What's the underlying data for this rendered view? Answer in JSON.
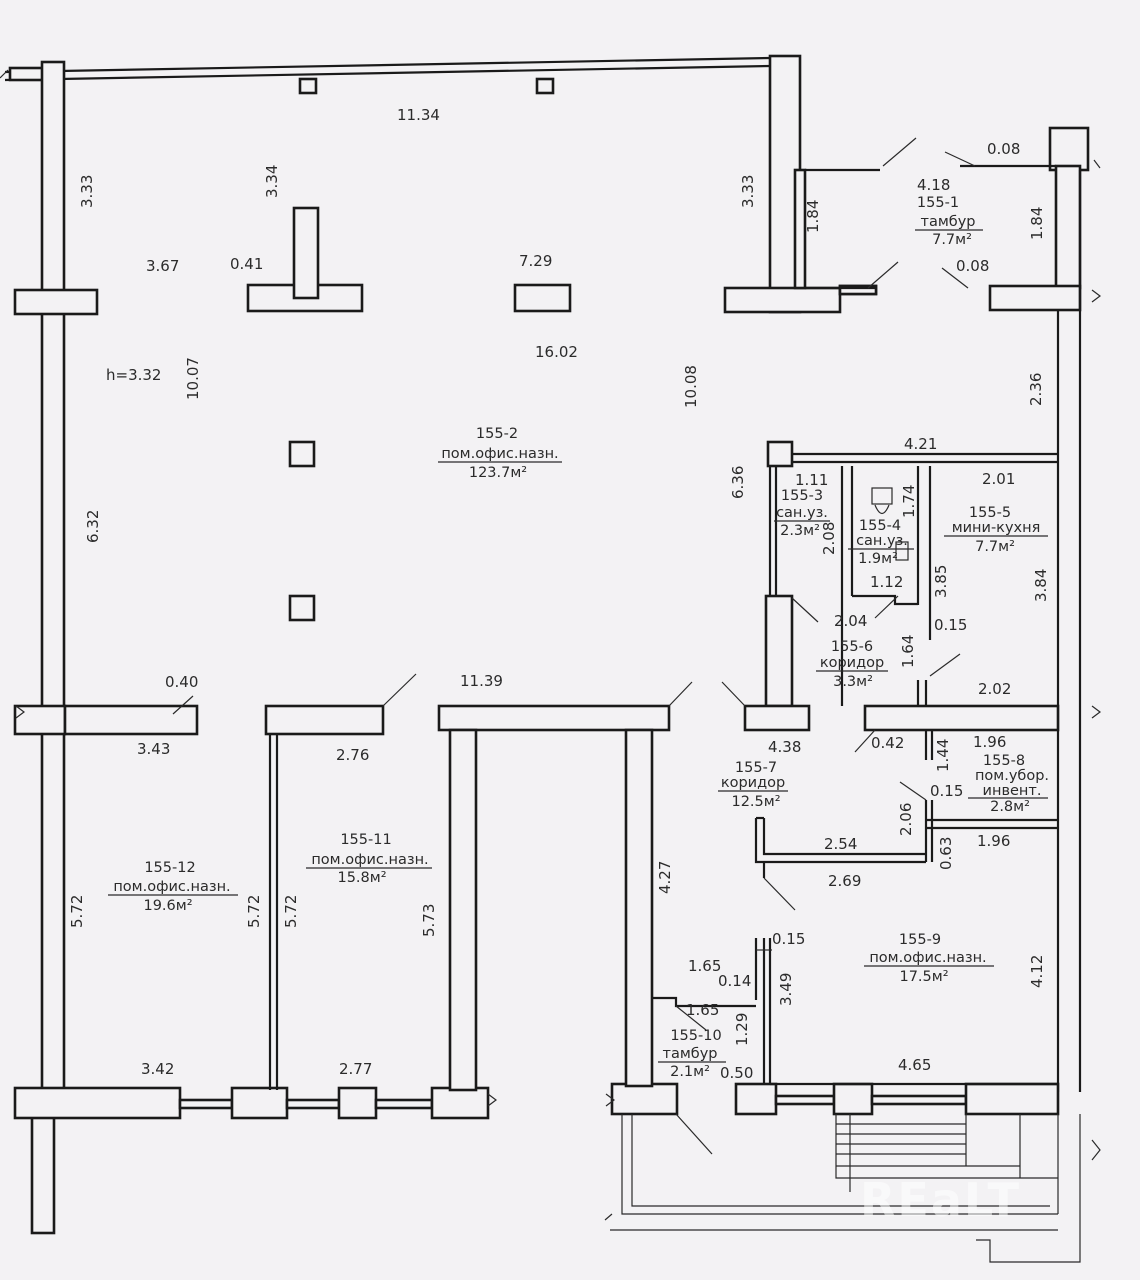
{
  "rooms": {
    "r1": {
      "id": "155-1",
      "name": "тамбур",
      "area": "7.7м²"
    },
    "r2": {
      "id": "155-2",
      "name": "пом.офис.назн.",
      "area": "123.7м²"
    },
    "r3": {
      "id": "155-3",
      "name": "сан.уз.",
      "area": "2.3м²"
    },
    "r4": {
      "id": "155-4",
      "name": "сан.уз.",
      "area": "1.9м²"
    },
    "r5": {
      "id": "155-5",
      "name": "мини-кухня",
      "area": "7.7м²"
    },
    "r6": {
      "id": "155-6",
      "name": "коридор",
      "area": "3.3м²"
    },
    "r7": {
      "id": "155-7",
      "name": "коридор",
      "area": "12.5м²"
    },
    "r8": {
      "id": "155-8",
      "name": "пом.убор.",
      "name2": "инвент.",
      "area": "2.8м²"
    },
    "r9": {
      "id": "155-9",
      "name": "пом.офис.назн.",
      "area": "17.5м²"
    },
    "r10": {
      "id": "155-10",
      "name": "тамбур",
      "area": "2.1м²"
    },
    "r11": {
      "id": "155-11",
      "name": "пом.офис.назн.",
      "area": "15.8м²"
    },
    "r12": {
      "id": "155-12",
      "name": "пом.офис.назн.",
      "area": "19.6м²"
    }
  },
  "ceiling_height": "h=3.32",
  "dims": {
    "d_11_34": "11.34",
    "d_3_33a": "3.33",
    "d_3_34": "3.34",
    "d_3_33b": "3.33",
    "d_3_67": "3.67",
    "d_0_41": "0.41",
    "d_7_29": "7.29",
    "d_16_02": "16.02",
    "d_10_07": "10.07",
    "d_10_08": "10.08",
    "d_6_32": "6.32",
    "d_0_40": "0.40",
    "d_11_39": "11.39",
    "d_3_43": "3.43",
    "d_2_76": "2.76",
    "d_5_72a": "5.72",
    "d_5_72b": "5.72",
    "d_5_72c": "5.72",
    "d_5_73": "5.73",
    "d_3_42": "3.42",
    "d_2_77": "2.77",
    "d_0_08a": "0.08",
    "d_4_18": "4.18",
    "d_1_84a": "1.84",
    "d_1_84b": "1.84",
    "d_0_08b": "0.08",
    "d_2_36": "2.36",
    "d_4_21": "4.21",
    "d_6_36": "6.36",
    "d_1_11": "1.11",
    "d_2_08": "2.08",
    "d_1_74": "1.74",
    "d_2_01": "2.01",
    "d_1_12": "1.12",
    "d_3_85": "3.85",
    "d_3_84": "3.84",
    "d_2_04": "2.04",
    "d_0_15a": "0.15",
    "d_1_64": "1.64",
    "d_2_02": "2.02",
    "d_4_38": "4.38",
    "d_0_42": "0.42",
    "d_1_96a": "1.96",
    "d_1_44": "1.44",
    "d_0_15b": "0.15",
    "d_2_06": "2.06",
    "d_2_54": "2.54",
    "d_0_63": "0.63",
    "d_1_96b": "1.96",
    "d_2_69": "2.69",
    "d_4_27": "4.27",
    "d_0_15c": "0.15",
    "d_1_65a": "1.65",
    "d_0_14": "0.14",
    "d_3_49": "3.49",
    "d_1_65b": "1.65",
    "d_1_29": "1.29",
    "d_4_12": "4.12",
    "d_0_50": "0.50",
    "d_4_65": "4.65"
  },
  "watermark": "REaLT"
}
